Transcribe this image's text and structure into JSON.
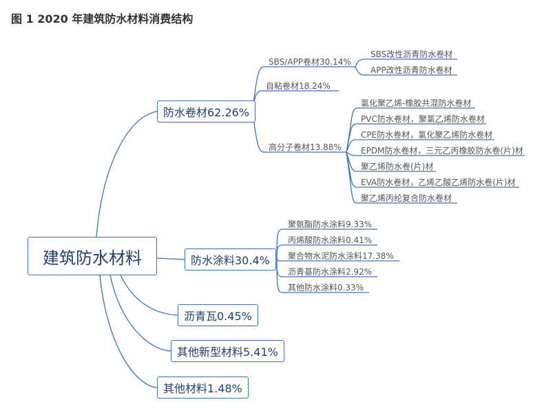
{
  "title": "图  1 2020 年建筑防水材料消费结构",
  "root": "建筑防水材料",
  "juanca": {
    "label": "防水卷材62.26%",
    "sbs": "SBS/APP卷材30.14%",
    "sbs_items": [
      "SBS改性沥青防水卷材",
      "APP改性沥青防水卷材"
    ],
    "zinian": "自粘卷材18.24%",
    "gaofenzi": "高分子卷材13.88%",
    "gaofenzi_items": [
      "氯化聚乙烯-橡胶共混防水卷材",
      "PVC防水卷材，聚氯乙烯防水卷材",
      "CPE防水卷材，氯化聚乙烯防水卷材",
      "EPDM防水卷材，三元乙丙橡胶防水卷(片)材",
      "聚乙烯防水卷(片)材",
      "EVA防水卷材，乙烯乙酸乙烯防水卷(片)材",
      "聚乙烯丙纶复合防水卷材"
    ]
  },
  "tuliao": {
    "label": "防水涂料30.4%",
    "items": [
      "聚氨酯防水涂料9.33%",
      "丙烯酸防水涂料0.41%",
      "聚合物水泥防水涂料17.38%",
      "沥青基防水涂料2.92%",
      "其他防水涂料0.33%"
    ]
  },
  "liqingwa": "沥青瓦0.45%",
  "xinxing": "其他新型材料5.41%",
  "qita": "其他材料1.48%"
}
